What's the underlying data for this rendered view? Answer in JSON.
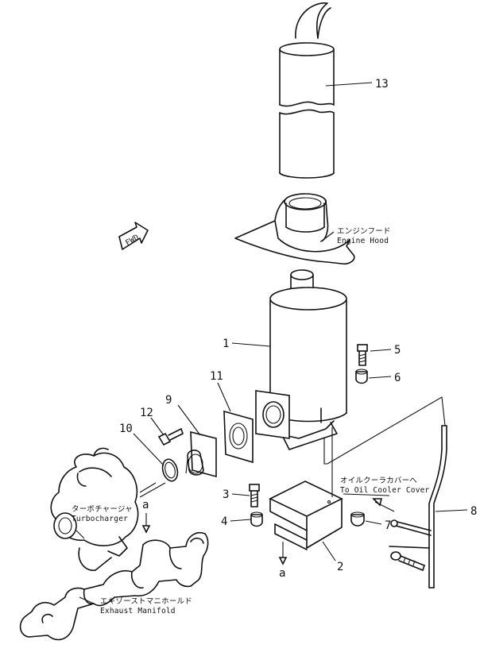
{
  "callouts": {
    "p1": "1",
    "p2": "2",
    "p3": "3",
    "p4": "4",
    "p5": "5",
    "p6": "6",
    "p7": "7",
    "p8": "8",
    "p9": "9",
    "p10": "10",
    "p11": "11",
    "p12": "12",
    "p13": "13"
  },
  "labels": {
    "fwd": "FWD",
    "engine_hood_jp": "エンジンフード",
    "engine_hood_en": "Engine Hood",
    "oil_cooler_jp": "オイルクーラカバーへ",
    "oil_cooler_en": "To Oil Cooler Cover",
    "turbo_jp": "ターボチャージャ",
    "turbo_en": "Turbocharger",
    "exhaust_jp": "エキゾーストマニホールド",
    "exhaust_en": "Exhaust Manifold",
    "ref_a_top": "a",
    "ref_a_bottom": "a"
  }
}
